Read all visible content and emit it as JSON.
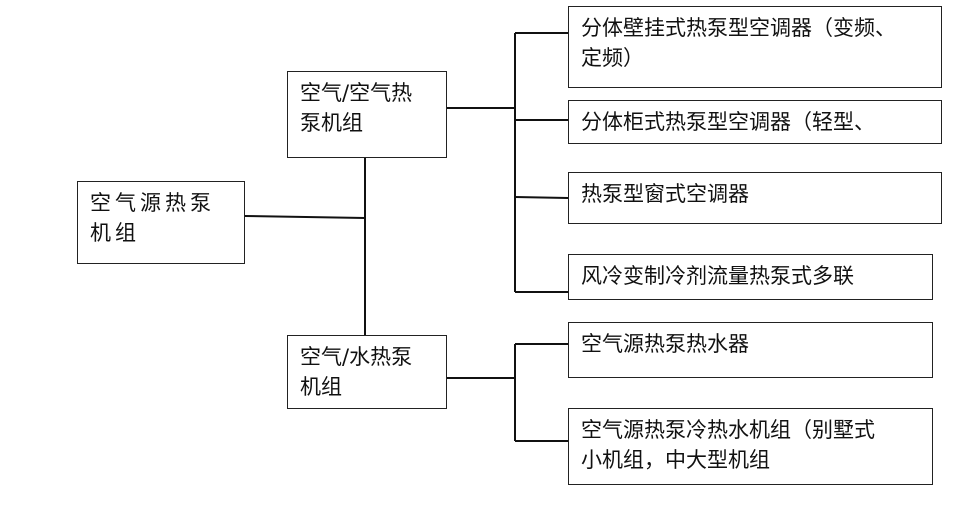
{
  "root": {
    "label": "空气源热泵\n机组"
  },
  "branches": [
    {
      "label": "空气/空气热\n泵机组",
      "leaves": [
        "分体壁挂式热泵型空调器（变频、\n定频）",
        "分体柜式热泵型空调器（轻型、",
        "热泵型窗式空调器",
        "风冷变制冷剂流量热泵式多联"
      ]
    },
    {
      "label": "空气/水热泵\n机组",
      "leaves": [
        "空气源热泵热水器",
        "空气源热泵冷热水机组（别墅式\n小机组，中大型机组"
      ]
    }
  ]
}
